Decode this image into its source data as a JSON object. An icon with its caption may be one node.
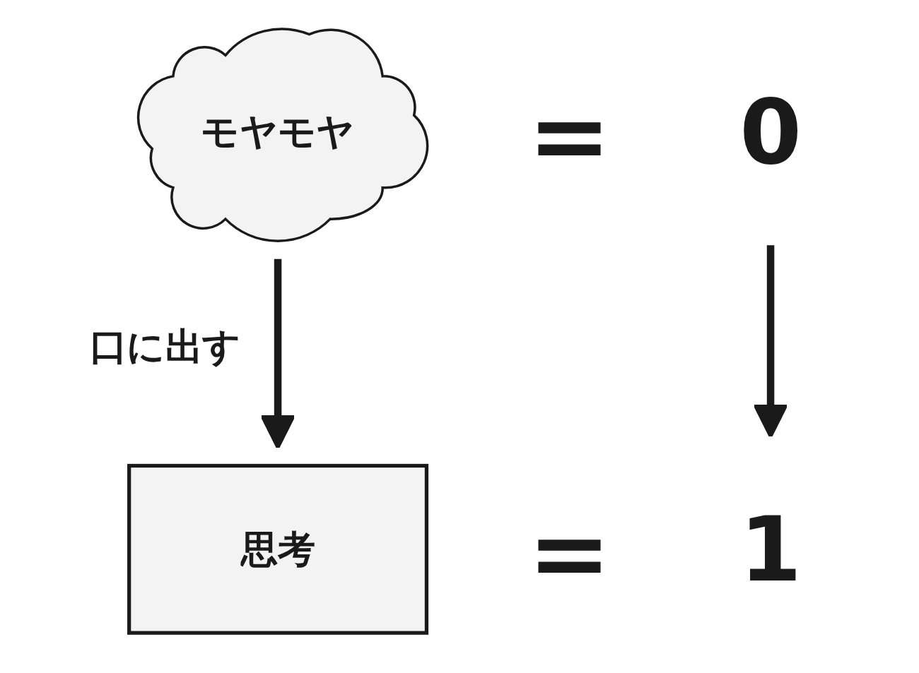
{
  "diagram": {
    "nodes": [
      {
        "text": [
          "モヤモヤ"
        ]
      },
      {
        "text": [
          "0"
        ]
      },
      {
        "text": [
          "思考"
        ]
      },
      {
        "text": [
          "1"
        ]
      }
    ],
    "edges": [
      {
        "from": 0,
        "to": 2,
        "arrow": "to",
        "label": "口に出す"
      },
      {
        "from": 1,
        "to": 3,
        "arrow": "to"
      }
    ],
    "labels": [
      "＝",
      "＝"
    ]
  }
}
